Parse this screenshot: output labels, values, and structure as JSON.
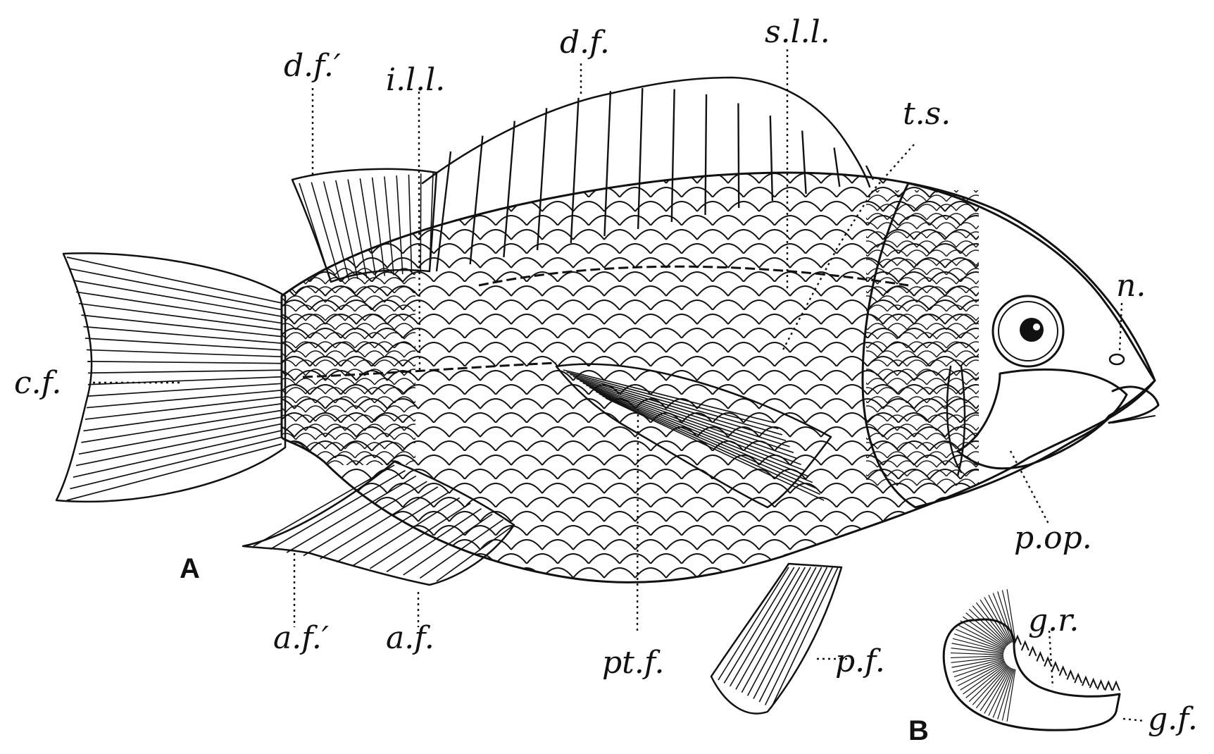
{
  "figure": {
    "panel_a": "A",
    "panel_b": "B",
    "labels": {
      "dorsal_fin_soft": "d.f.′",
      "inferior_lateral_line": "i.l.l.",
      "dorsal_fin": "d.f.",
      "superior_lateral_line": "s.l.l.",
      "transverse_scales": "t.s.",
      "caudal_fin": "c.f.",
      "nostril": "n.",
      "preoperculum": "p.op.",
      "anal_fin_soft": "a.f.′",
      "anal_fin": "a.f.",
      "pectoral_fin": "pt.f.",
      "pelvic_fin": "p.f.",
      "gill_rakers": "g.r.",
      "gill_filaments": "g.f."
    }
  },
  "colors": {
    "ink": "#111111",
    "paper": "#ffffff"
  }
}
